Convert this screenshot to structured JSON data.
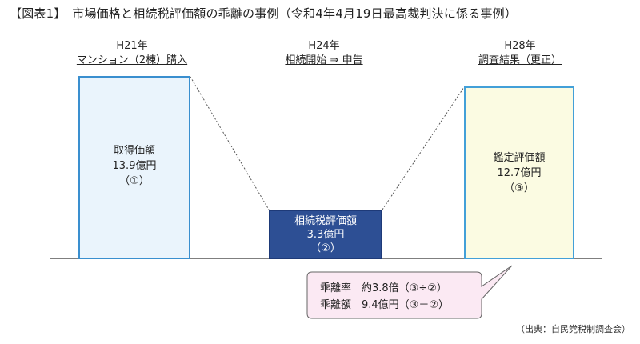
{
  "title": "【図表1】　市場価格と相続税評価額の乖離の事例（令和4年4月19日最高裁判決に係る事例）",
  "periods": [
    {
      "year": "H21年",
      "event": "マンション（2棟）購入"
    },
    {
      "year": "H24年",
      "event": "相続開始 ⇒ 申告"
    },
    {
      "year": "H28年",
      "event": "調査結果（更正）"
    }
  ],
  "boxes": [
    {
      "label": "取得価額",
      "value": "13.9億円",
      "ref": "（①）",
      "fill": "#eaf4fc",
      "border": "#3a8fcf"
    },
    {
      "label": "相続税評価額",
      "value": "3.3億円",
      "ref": "（②）",
      "fill": "#2d4f94",
      "border": "#1e3a78"
    },
    {
      "label": "鑑定評価額",
      "value": "12.7億円",
      "ref": "（③）",
      "fill": "#fbfbe2",
      "border": "#43a0d8"
    }
  ],
  "callout": {
    "line1": "乖離率　約3.8倍（③÷②）",
    "line2": "乖離額　9.4億円（③－②）",
    "fill": "#fbe9f3",
    "border": "#666666"
  },
  "source": "（出典：自民党税制調査会）"
}
